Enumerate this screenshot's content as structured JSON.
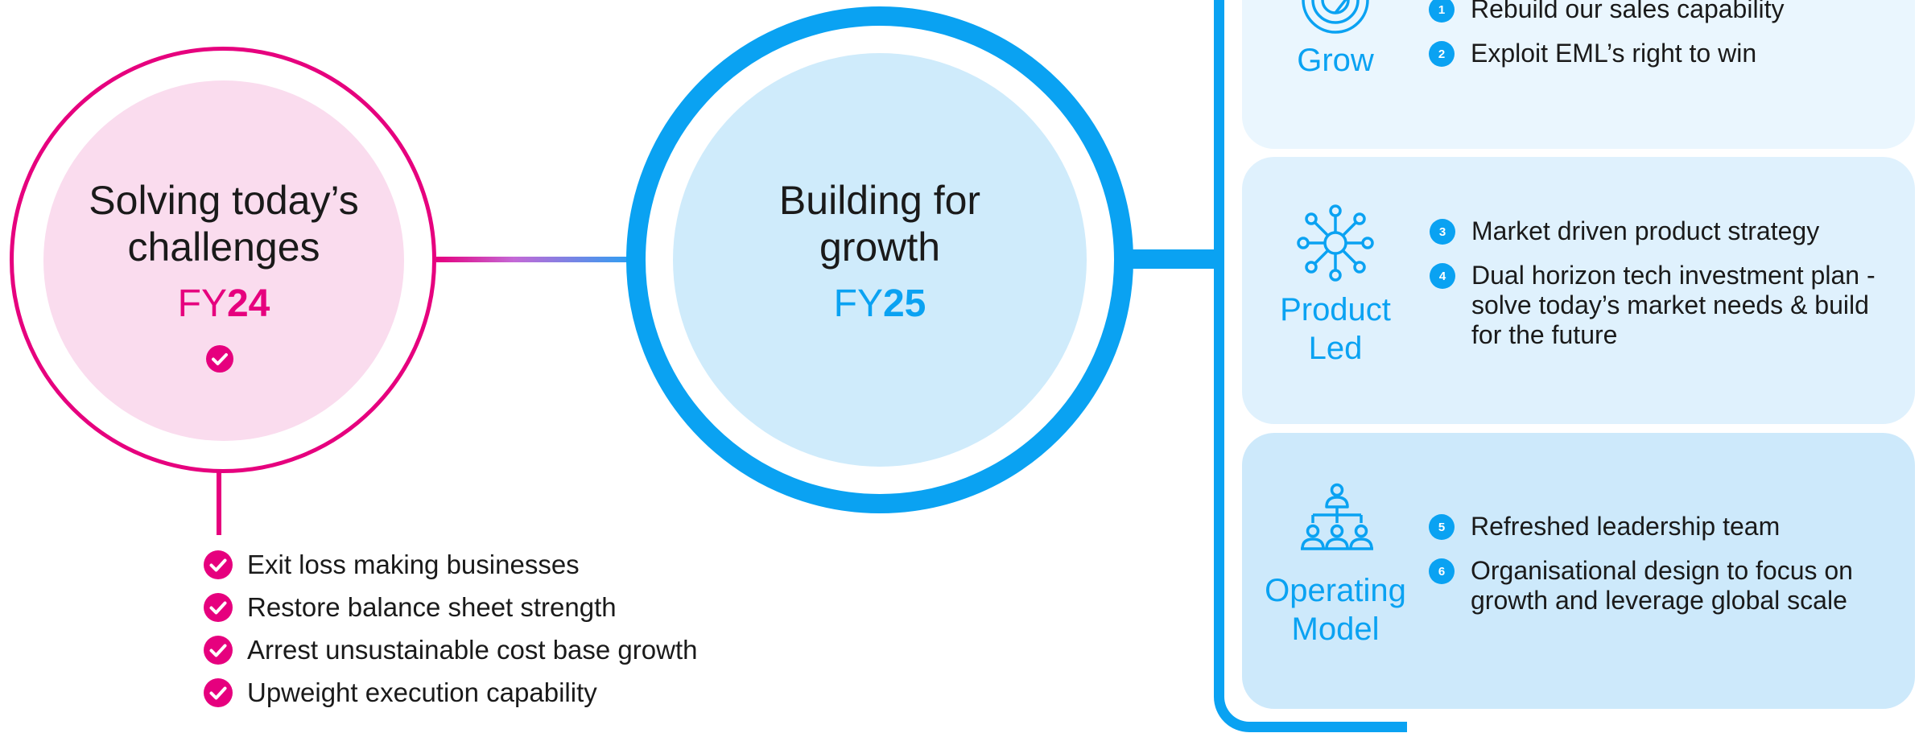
{
  "fy24": {
    "title_line1": "Solving today’s",
    "title_line2": "challenges",
    "year_prefix": "FY",
    "year_suffix": "24",
    "items": [
      "Exit loss making businesses",
      "Restore balance sheet strength",
      "Arrest unsustainable cost base growth",
      "Upweight execution capability"
    ]
  },
  "fy25": {
    "title_line1": "Building for",
    "title_line2": "growth",
    "year_prefix": "FY",
    "year_suffix": "25"
  },
  "pillars": {
    "grow": {
      "label": "Grow",
      "icon": "target-icon",
      "items": [
        {
          "num": "1",
          "text": "Rebuild our sales capability"
        },
        {
          "num": "2",
          "text": "Exploit EML’s right to win"
        }
      ]
    },
    "product": {
      "label_line1": "Product",
      "label_line2": "Led",
      "icon": "network-hub-icon",
      "items": [
        {
          "num": "3",
          "text": "Market driven product strategy"
        },
        {
          "num": "4",
          "text": "Dual horizon tech investment plan - solve today’s market needs & build for the future"
        }
      ]
    },
    "operating": {
      "label_line1": "Operating",
      "label_line2": "Model",
      "icon": "org-chart-icon",
      "items": [
        {
          "num": "5",
          "text": "Refreshed leadership team"
        },
        {
          "num": "6",
          "text": "Organisational design to focus on growth and leverage global scale"
        }
      ]
    }
  },
  "colors": {
    "magenta": "#e6007e",
    "pink_fill": "#fadcee",
    "blue": "#0aa2f2",
    "light_blue_fill": "#cfebfb"
  }
}
